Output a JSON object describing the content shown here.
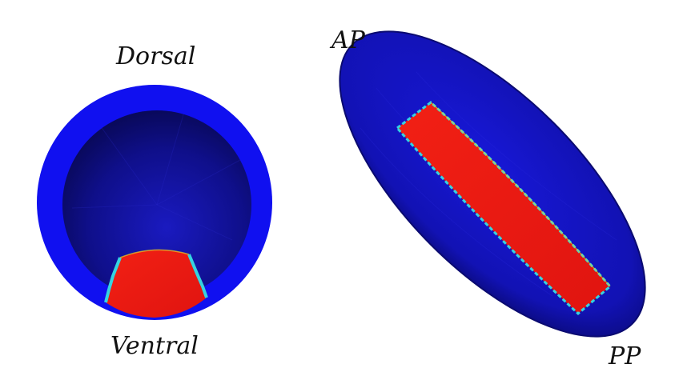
{
  "labels": {
    "dorsal": "Dorsal",
    "ventral": "Ventral",
    "ap": "AP",
    "pp": "PP"
  },
  "colors": {
    "background": "#ffffff",
    "outer_blue": "#1010f0",
    "inner_blue_dark": "#06064a",
    "inner_blue_light": "#1818b8",
    "ellipsoid_blue": "#1414c8",
    "ellipsoid_edge": "#0a0a70",
    "region_red": "#ec1a12",
    "boundary_cyan": "#35d4e0",
    "boundary_yellow": "#f0d020"
  }
}
